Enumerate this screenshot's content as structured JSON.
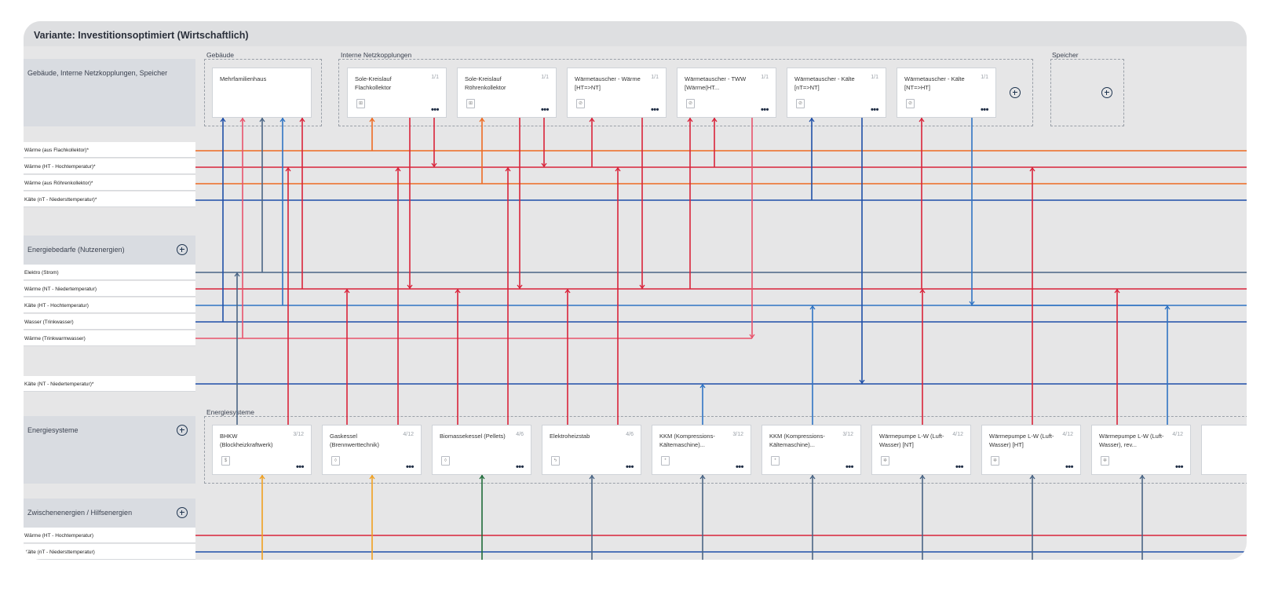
{
  "title": "Variante: Investitionsoptimiert (Wirtschaftlich)",
  "sections": {
    "top": "Gebäude, Interne Netzkopplungen, Speicher",
    "bedarfe": "Energiebedarfe (Nutzenergien)",
    "systeme": "Energiesysteme",
    "zwischen": "Zwischenenergien / Hilfsenergien"
  },
  "groups": {
    "gebaeude": "Gebäude",
    "intern": "Interne Netzkopplungen",
    "speicher": "Speicher",
    "energiesysteme": "Energiesysteme"
  },
  "rows": {
    "r1": "Wärme (aus Flachkollektor)*",
    "r2": "Wärme (HT - Hochtemperatur)*",
    "r3": "Wärme (aus Röhrenkollektor)*",
    "r4": "Kälte (nT - Niedersttemperatur)*",
    "r5": "Elektro (Strom)",
    "r6": "Wärme (NT - Niedertemperatur)",
    "r7": "Kälte (HT - Hochtemperatur)",
    "r8": "Wasser (Trinkwasser)",
    "r9": "Wärme (Trinkwarmwasser)",
    "r10": "Kälte (NT - Niedertemperatur)*",
    "r11": "Wärme (HT - Hochtemperatur)",
    "r12": "Kälte (nT - Niedersttemperatur)"
  },
  "cards": {
    "haus": {
      "name": "Mehrfamilienhaus"
    },
    "i1": {
      "name": "Sole-Kreislauf Flachkollektor",
      "count": "1/1",
      "icon": "collector-icon"
    },
    "i2": {
      "name": "Sole-Kreislauf Röhrenkollektor",
      "count": "1/1",
      "icon": "collector-icon"
    },
    "i3": {
      "name": "Wärmetauscher - Wärme [HT=>NT]",
      "count": "1/1",
      "icon": "exchanger-icon"
    },
    "i4": {
      "name": "Wärmetauscher - TWW [Wärme(HT...",
      "count": "1/1",
      "icon": "exchanger-icon"
    },
    "i5": {
      "name": "Wärmetauscher - Kälte [nT=>NT]",
      "count": "1/1",
      "icon": "exchanger-icon"
    },
    "i6": {
      "name": "Wärmetauscher - Kälte [NT=>HT]",
      "count": "1/1",
      "icon": "exchanger-icon"
    },
    "s1": {
      "name": "BHKW (Blockheizkraftwerk)",
      "count": "3/12",
      "icon": "chp-icon"
    },
    "s2": {
      "name": "Gaskessel (Brennwerttechnik)",
      "count": "4/12",
      "icon": "boiler-icon"
    },
    "s3": {
      "name": "Biomassekessel (Pellets)",
      "count": "4/6",
      "icon": "boiler-icon"
    },
    "s4": {
      "name": "Elektroheizstab",
      "count": "4/6",
      "icon": "heater-icon"
    },
    "s5": {
      "name": "KKM (Kompressions-Kältemaschine)...",
      "count": "3/12",
      "icon": "chiller-icon"
    },
    "s6": {
      "name": "KKM (Kompressions-Kältemaschine)...",
      "count": "3/12",
      "icon": "chiller-icon"
    },
    "s7": {
      "name": "Wärmepumpe L-W (Luft-Wasser) [NT]",
      "count": "4/12",
      "icon": "heatpump-icon"
    },
    "s8": {
      "name": "Wärmepumpe L-W (Luft-Wasser) [HT]",
      "count": "4/12",
      "icon": "heatpump-icon"
    },
    "s9": {
      "name": "Wärmepumpe L-W (Luft-Wasser), rev...",
      "count": "4/12",
      "icon": "heatpump-icon"
    }
  },
  "colors": {
    "orange": "#ee6a22",
    "red": "#d9233a",
    "blue": "#1f4fa8",
    "lightblue": "#2f74c4",
    "slate": "#4a6585",
    "pink": "#e8536b",
    "amber": "#f0a020",
    "green": "#1f6b3a"
  }
}
